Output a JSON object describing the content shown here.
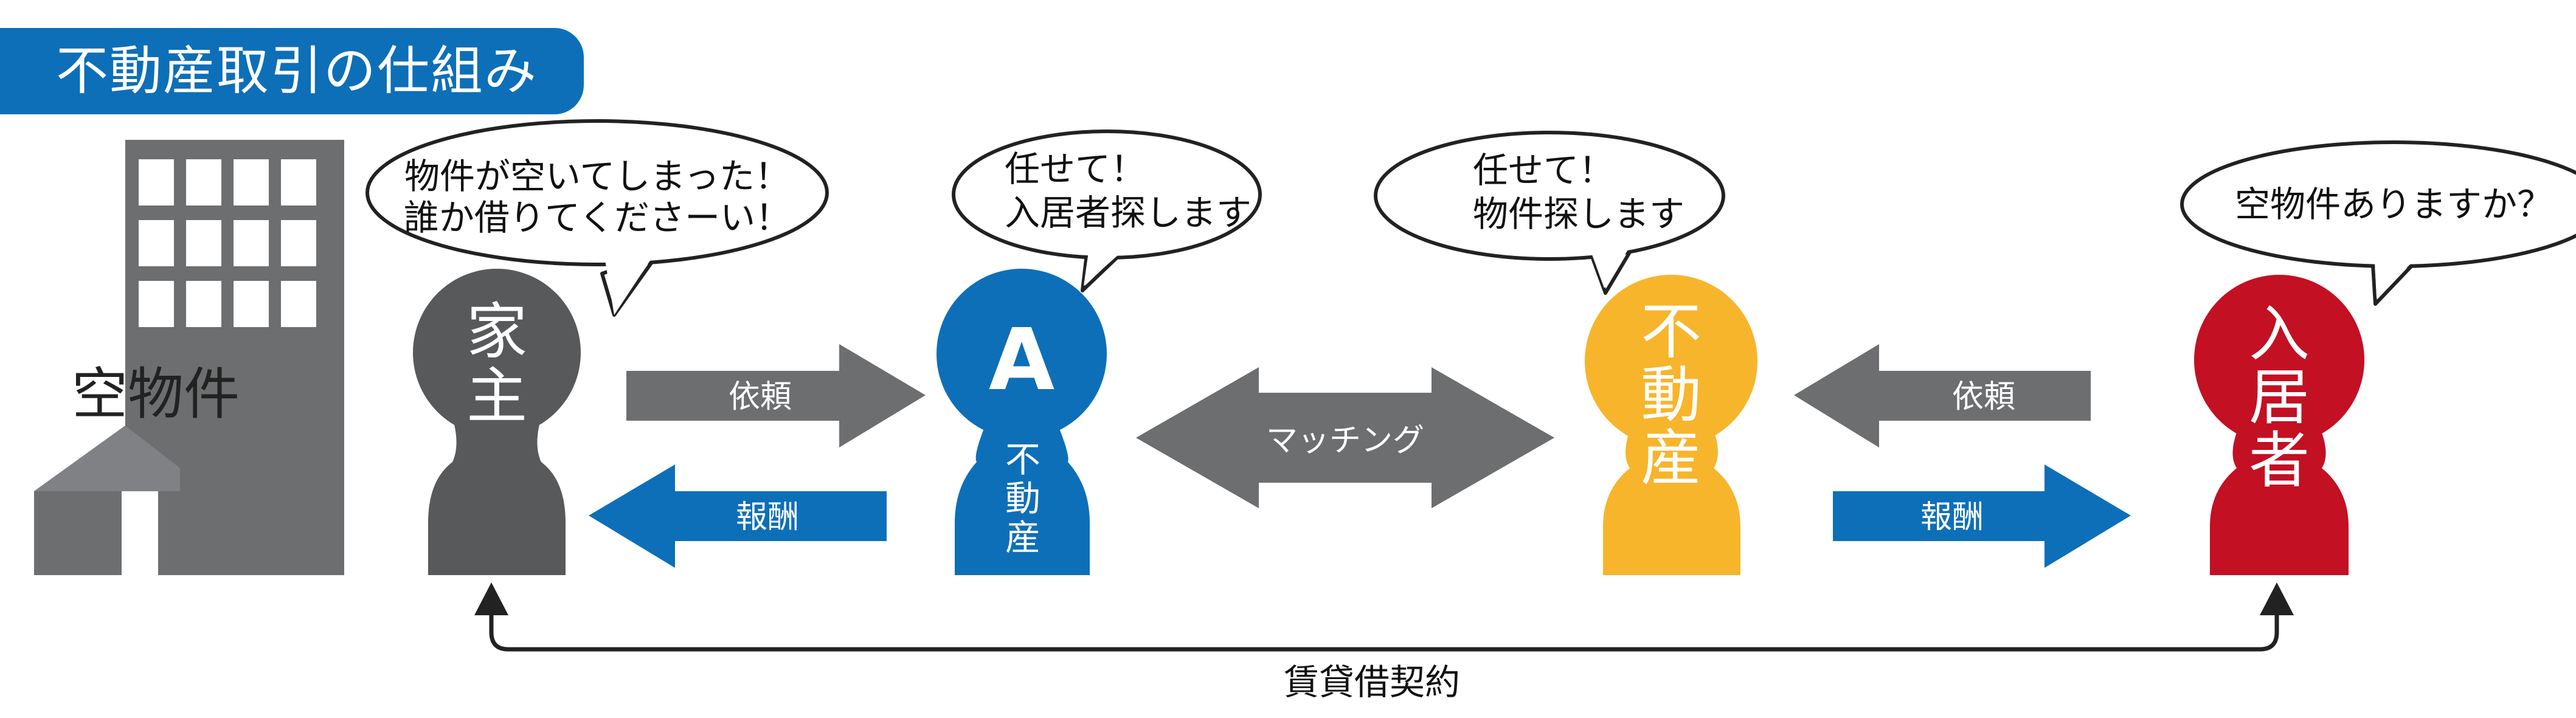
{
  "title": "不動産取引の仕組み",
  "building": {
    "label": "空物件"
  },
  "people": {
    "landlord": {
      "chars": [
        "家",
        "主"
      ],
      "color": "#58595b"
    },
    "agentA": {
      "letter": "A",
      "chars": [
        "不",
        "動",
        "産"
      ],
      "color": "#0d6fb8"
    },
    "agentB": {
      "chars": [
        "不",
        "動",
        "産"
      ],
      "color": "#f7b52c"
    },
    "tenant": {
      "chars": [
        "入",
        "居",
        "者"
      ],
      "color": "#c31023"
    }
  },
  "bubbles": {
    "landlord": [
      "物件が空いてしまった！",
      "誰か借りてくださーい！"
    ],
    "agentA": [
      "任せて！",
      "入居者探します"
    ],
    "agentB": [
      "任せて！",
      "物件探します"
    ],
    "tenant": [
      "空物件ありますか？"
    ]
  },
  "arrows": {
    "request_left": "依頼",
    "reward_left": "報酬",
    "matching": "マッチング",
    "request_right": "依頼",
    "reward_right": "報酬"
  },
  "contract": "賃貸借契約",
  "colors": {
    "gray": "#6d6e70",
    "dark": "#58595b",
    "blue": "#0d6fb8",
    "yellow": "#f7b52c",
    "red": "#c31023"
  }
}
